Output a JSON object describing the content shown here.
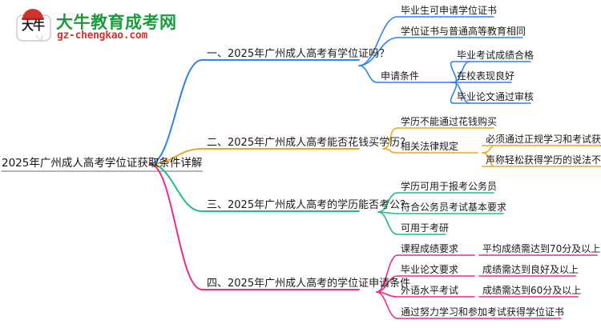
{
  "logo": {
    "mark_text": "大牛",
    "title": "大牛教育成考网",
    "domain": "gz-chengkao.com",
    "brand_green": "#1a9c3c",
    "brand_red": "#d4332d"
  },
  "mindmap": {
    "root": {
      "label": "2025年广州成人高考学位证获取条件详解"
    },
    "branches": [
      {
        "label": "一、2025年广州成人高考有学位证吗？",
        "color": "#2f84ec",
        "children": [
          {
            "label": "毕业生可申请学位证书",
            "children": []
          },
          {
            "label": "学位证书与普通高等教育相同",
            "children": []
          },
          {
            "label": "申请条件",
            "children": [
              {
                "label": "毕业考试成绩合格"
              },
              {
                "label": "在校表现良好"
              },
              {
                "label": "毕业论文通过审核"
              }
            ]
          }
        ]
      },
      {
        "label": "二、2025年广州成人高考能否花钱买学历？",
        "color": "#eca722",
        "children": [
          {
            "label": "学历不能通过花钱购买",
            "children": []
          },
          {
            "label": "相关法律规定",
            "children": [
              {
                "label": "必须通过正规学习和考试获得"
              },
              {
                "label": "声称轻松获得学历的说法不可信"
              }
            ]
          }
        ]
      },
      {
        "label": "三、2025年广州成人高考的学历能否考公？",
        "color": "#1ec07a",
        "children": [
          {
            "label": "学历可用于报考公务员",
            "children": []
          },
          {
            "label": "符合公务员考试基本要求",
            "children": []
          },
          {
            "label": "可用于考研",
            "children": []
          }
        ]
      },
      {
        "label": "四、2025年广州成人高考的学位证申请条件",
        "color": "#ec2a8a",
        "children": [
          {
            "label": "课程成绩要求",
            "children": [
              {
                "label": "平均成绩需达到70分及以上"
              }
            ]
          },
          {
            "label": "毕业论文要求",
            "children": [
              {
                "label": "成绩需达到良好及以上"
              }
            ]
          },
          {
            "label": "外语水平考试",
            "children": [
              {
                "label": "成绩需达到60分及以上"
              }
            ]
          },
          {
            "label": "通过努力学习和参加考试获得学位证书",
            "children": []
          }
        ]
      }
    ]
  }
}
